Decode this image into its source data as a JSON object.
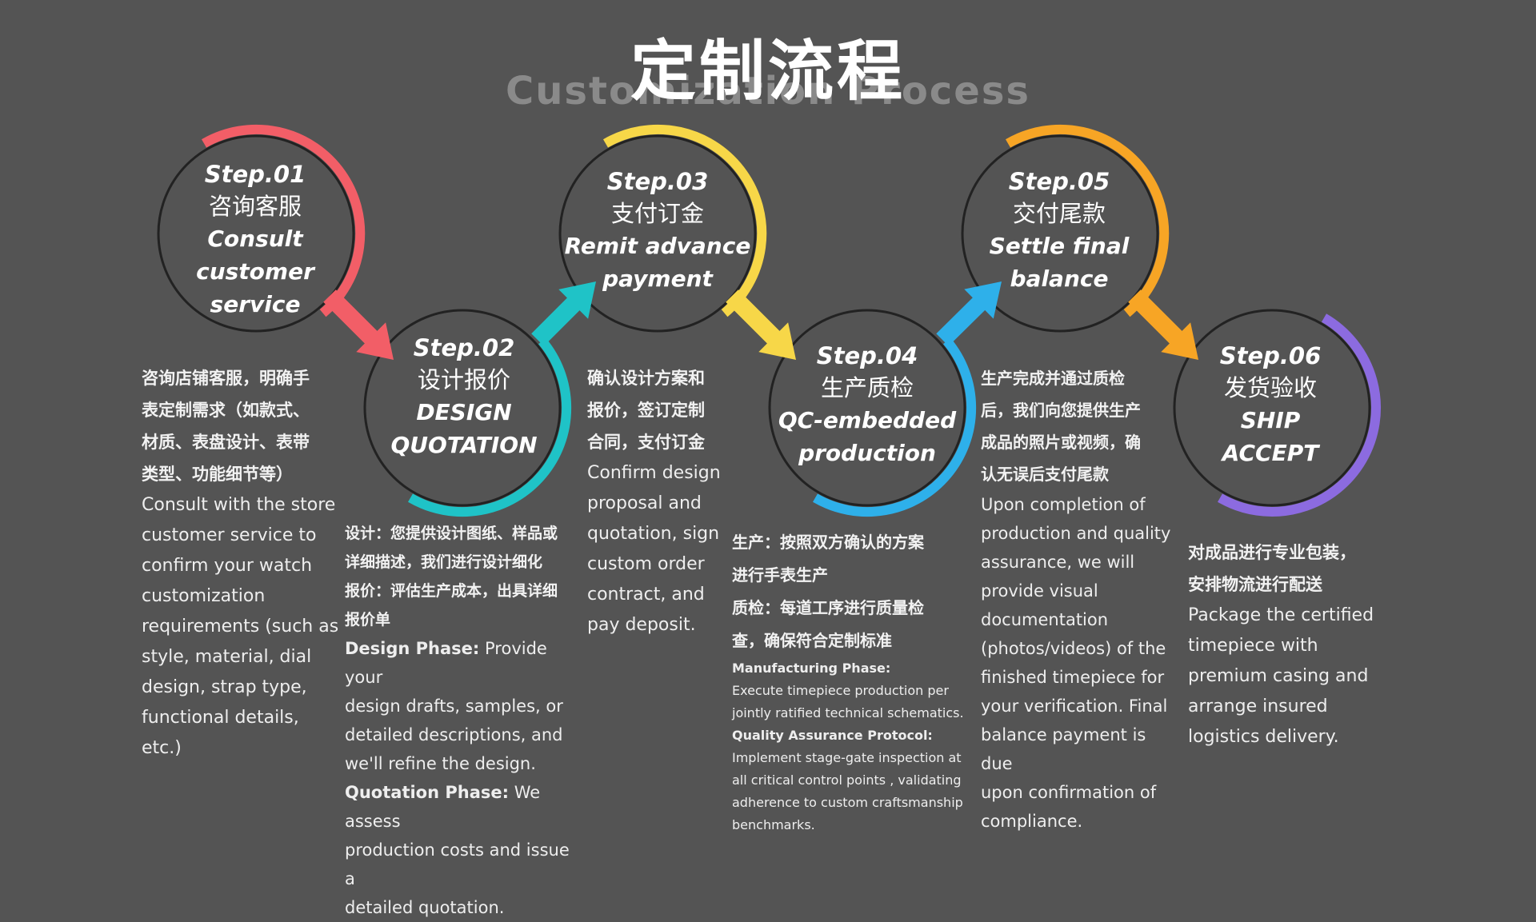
{
  "title": {
    "cn": "定制流程",
    "en": "Customization Process"
  },
  "colors": {
    "step1": "#f25e67",
    "step2": "#1fc3c7",
    "step3": "#f7d748",
    "step4": "#2eb0ea",
    "step5": "#f7a525",
    "step6": "#8c6be0",
    "ring": "#222222",
    "background": "#545454"
  },
  "steps": [
    {
      "step": "Step.01",
      "cn": "咨询客服",
      "en": "Consult\ncustomer\nservice"
    },
    {
      "step": "Step.02",
      "cn": "设计报价",
      "en": "DESIGN\nQUOTATION"
    },
    {
      "step": "Step.03",
      "cn": "支付订金",
      "en": "Remit advance\npayment"
    },
    {
      "step": "Step.04",
      "cn": "生产质检",
      "en": "QC-embedded\nproduction"
    },
    {
      "step": "Step.05",
      "cn": "交付尾款",
      "en": "Settle final\nbalance"
    },
    {
      "step": "Step.06",
      "cn": "发货验收",
      "en": "SHIP\nACCEPT"
    }
  ],
  "descriptions": {
    "d1": {
      "cn": "咨询店铺客服，明确手\n表定制需求（如款式、\n材质、表盘设计、表带\n类型、功能细节等）",
      "en": "Consult with the store\ncustomer service to\nconfirm your watch\ncustomization\nrequirements (such as\nstyle, material, dial\ndesign, strap type,\nfunctional details,\netc.)"
    },
    "d2": {
      "cn": "设计：您提供设计图纸、样品或\n详细描述，我们进行设计细化\n报价：评估生产成本，出具详细\n报价单",
      "design_label": "Design Phase:",
      "design_text": " Provide your\ndesign drafts, samples, or\ndetailed descriptions, and\nwe'll refine the design.",
      "quote_label": "Quotation Phase:",
      "quote_text": " We assess\nproduction costs and issue a\ndetailed quotation."
    },
    "d3": {
      "cn": "确认设计方案和\n报价，签订定制\n合同，支付订金",
      "en": "Confirm design\nproposal and\nquotation, sign\ncustom order\ncontract, and\npay deposit."
    },
    "d4": {
      "cn": "生产：按照双方确认的方案\n进行手表生产\n质检：每道工序进行质量检\n查，确保符合定制标准",
      "mfg_label": "Manufacturing Phase:",
      "mfg_text": "Execute timepiece production per\njointly ratified technical schematics.",
      "qa_label": "Quality Assurance Protocol:",
      "qa_text": "Implement stage-gate inspection at\nall critical control points , validating\nadherence to custom craftsmanship\nbenchmarks."
    },
    "d5": {
      "cn": "生产完成并通过质检\n后，我们向您提供生产\n成品的照片或视频，确\n认无误后支付尾款",
      "en": "Upon completion of\nproduction and quality\nassurance, we will\nprovide visual\ndocumentation\n(photos/videos) of the\nfinished timepiece for\nyour verification. Final\nbalance payment is due\nupon confirmation of\ncompliance."
    },
    "d6": {
      "cn": "对成品进行专业包装，\n安排物流进行配送",
      "en": "Package the certified\ntimepiece with\npremium casing and\narrange insured\nlogistics delivery."
    }
  }
}
